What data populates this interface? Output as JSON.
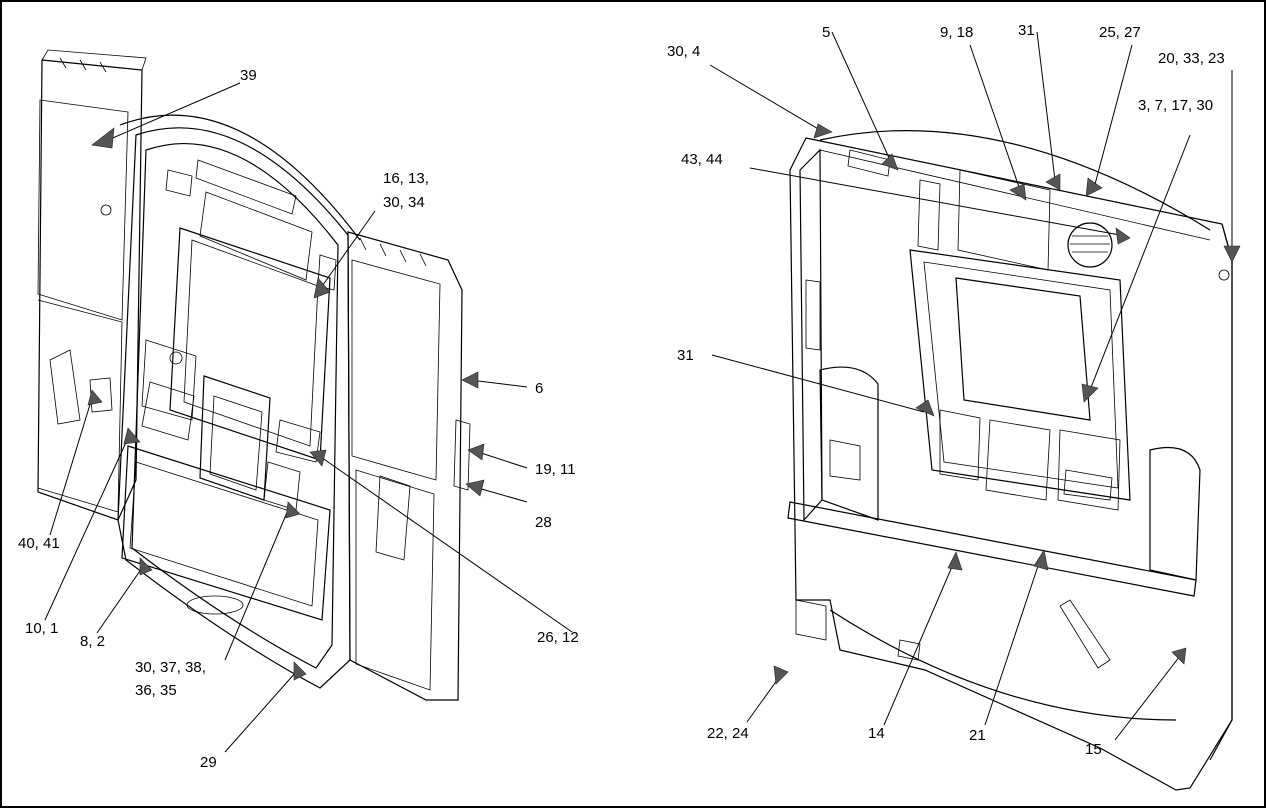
{
  "figure": {
    "left_view": {
      "callouts": [
        "39",
        "16, 13,",
        "30, 34",
        "6",
        "19, 11",
        "28",
        "26, 12",
        "40, 41",
        "10, 1",
        "8, 2",
        "30, 37, 38,",
        "36, 35",
        "29"
      ]
    },
    "right_view": {
      "callouts": [
        "30, 4",
        "5",
        "9, 18",
        "31",
        "25, 27",
        "20, 33, 23",
        "3, 7, 17, 30",
        "43, 44",
        "31",
        "22, 24",
        "14",
        "21",
        "15"
      ]
    },
    "colors": {
      "line": "#000000",
      "arrow": "#555555",
      "background": "#ffffff"
    }
  }
}
